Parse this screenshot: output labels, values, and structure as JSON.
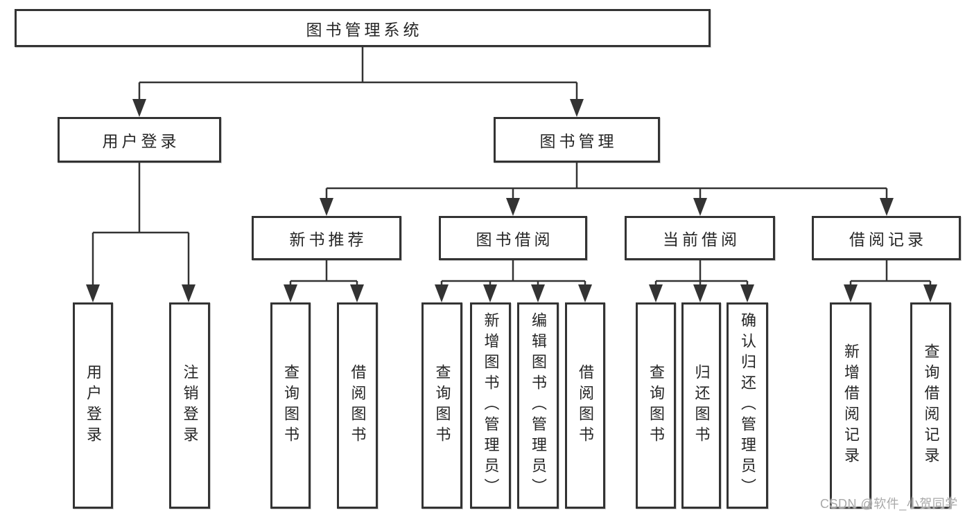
{
  "diagram": {
    "root": {
      "label": "图书管理系统"
    },
    "level2": {
      "user_login": {
        "label": "用户登录"
      },
      "book_mgmt": {
        "label": "图书管理"
      }
    },
    "level3": {
      "new_book_rec": {
        "label": "新书推荐"
      },
      "book_borrow": {
        "label": "图书借阅"
      },
      "current_borrow": {
        "label": "当前借阅"
      },
      "borrow_record": {
        "label": "借阅记录"
      }
    },
    "leaves": {
      "user_login": [
        "用户登录",
        "注销登录"
      ],
      "new_book_rec": [
        "查询图书",
        "借阅图书"
      ],
      "book_borrow": [
        "查询图书",
        "新增图书（管理员）",
        "编辑图书（管理员）",
        "借阅图书"
      ],
      "current_borrow": [
        "查询图书",
        "归还图书",
        "确认归还（管理员）"
      ],
      "borrow_record": [
        "新增借阅记录",
        "查询借阅记录"
      ]
    }
  },
  "watermark": {
    "text": "CSDN @软件_小贺同学",
    "color": "#a9a9a9"
  },
  "colors": {
    "background": "#ffffff",
    "line": "#333333",
    "box_border": "#333333",
    "text": "#262626"
  }
}
